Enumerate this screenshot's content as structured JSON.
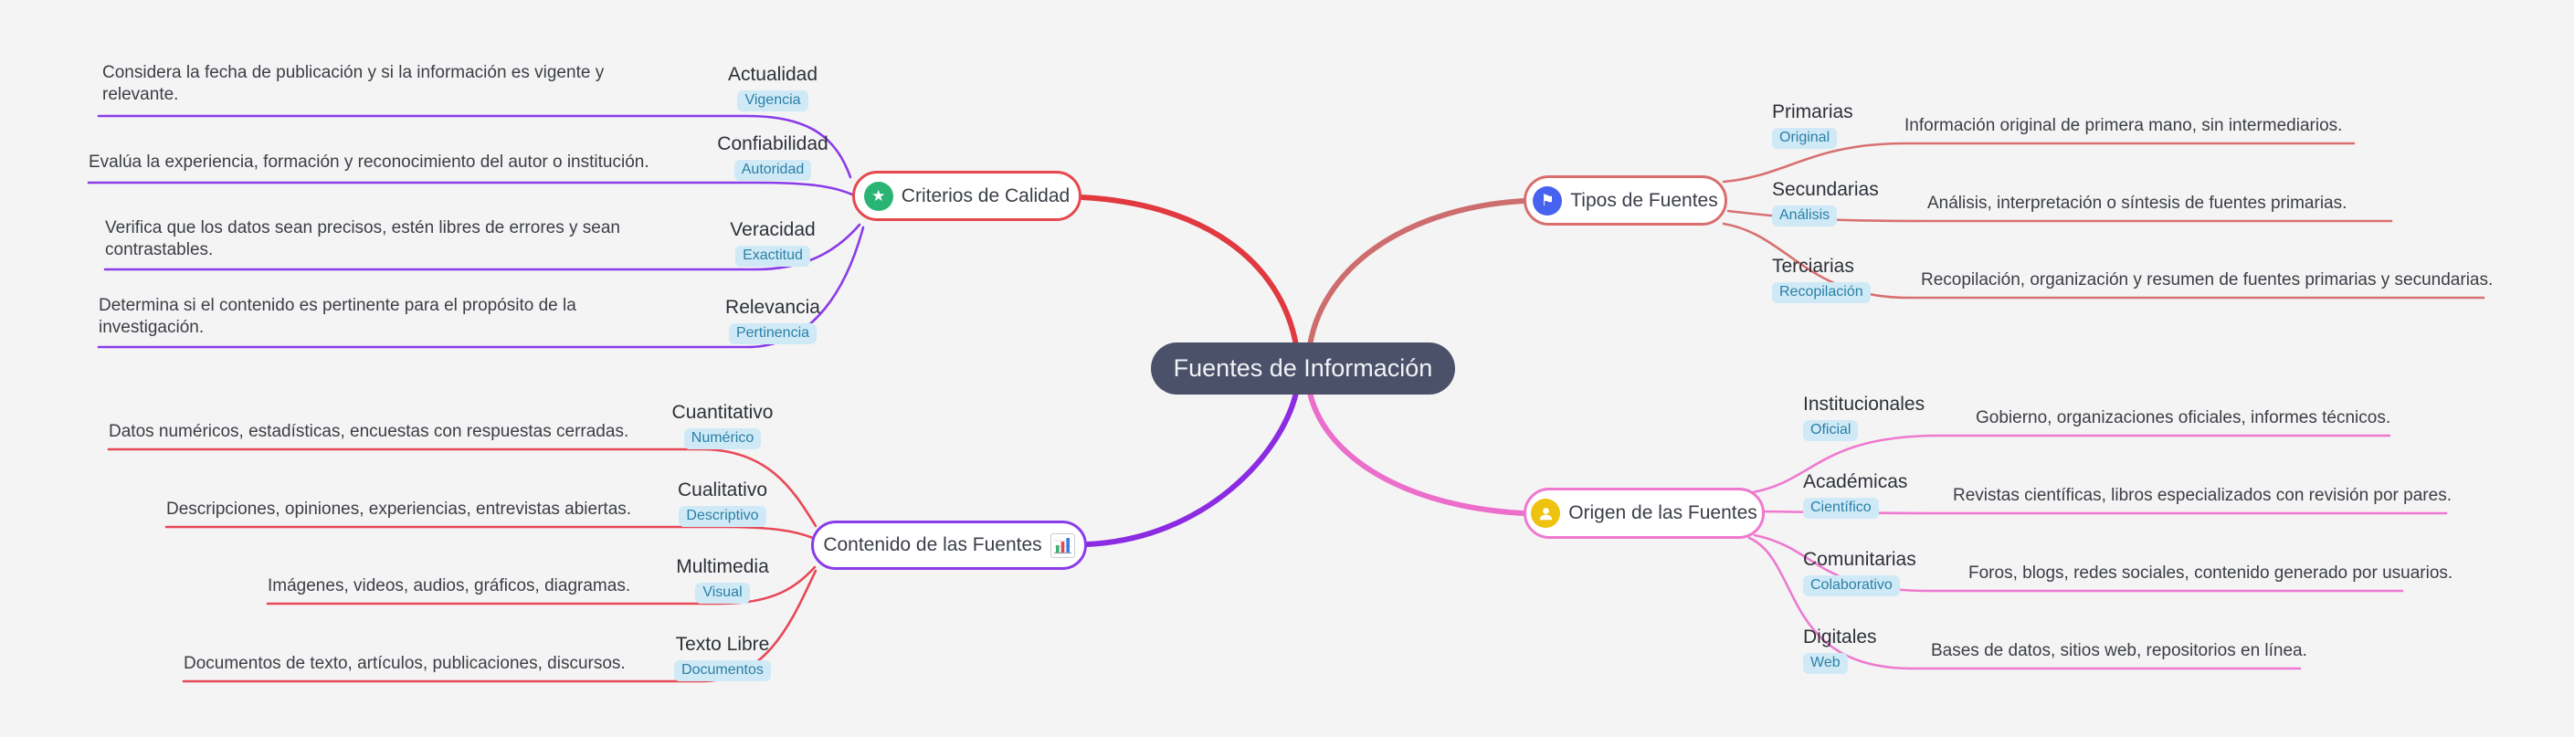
{
  "root": {
    "label": "Fuentes de Información",
    "bg_color": "#4b5168",
    "text_color": "#f1f3f7"
  },
  "colors": {
    "background": "#f4f4f5",
    "badge_bg": "#cfeaf6",
    "badge_text": "#2b7fa6",
    "branch_red": "#e0393f",
    "branch_purple": "#8b2be2",
    "branch_salmon": "#cd6d6d",
    "branch_pink": "#ec6ecb",
    "child_line_purple": "#8a3ce8",
    "child_line_red": "#e84856",
    "child_line_salmon": "#d97070",
    "child_line_pink": "#ee79cf",
    "icon_green": "#29b474",
    "icon_blue": "#4762ef",
    "icon_yellow": "#eec20f"
  },
  "branches": [
    {
      "id": "criterios",
      "label": "Criterios de Calidad",
      "icon": "star-icon",
      "border_color": "#e5484d",
      "children": [
        {
          "title": "Actualidad",
          "badge": "Vigencia",
          "description": "Considera la fecha de publicación y si la información es vigente y relevante."
        },
        {
          "title": "Confiabilidad",
          "badge": "Autoridad",
          "description": "Evalúa la experiencia, formación y reconocimiento del autor o institución."
        },
        {
          "title": "Veracidad",
          "badge": "Exactitud",
          "description": "Verifica que los datos sean precisos, estén libres de errores y sean contrastables."
        },
        {
          "title": "Relevancia",
          "badge": "Pertinencia",
          "description": "Determina si el contenido es pertinente para el propósito de la investigación."
        }
      ]
    },
    {
      "id": "contenido",
      "label": "Contenido de las Fuentes",
      "icon": "bar-chart-icon",
      "border_color": "#8a3ce8",
      "children": [
        {
          "title": "Cuantitativo",
          "badge": "Numérico",
          "description": "Datos numéricos, estadísticas, encuestas con respuestas cerradas."
        },
        {
          "title": "Cualitativo",
          "badge": "Descriptivo",
          "description": "Descripciones, opiniones, experiencias, entrevistas abiertas."
        },
        {
          "title": "Multimedia",
          "badge": "Visual",
          "description": "Imágenes, videos, audios, gráficos, diagramas."
        },
        {
          "title": "Texto Libre",
          "badge": "Documentos",
          "description": "Documentos de texto, artículos, publicaciones, discursos."
        }
      ]
    },
    {
      "id": "tipos",
      "label": "Tipos de Fuentes",
      "icon": "flag-icon",
      "border_color": "#d96d6d",
      "children": [
        {
          "title": "Primarias",
          "badge": "Original",
          "description": "Información original de primera mano, sin intermediarios."
        },
        {
          "title": "Secundarias",
          "badge": "Análisis",
          "description": "Análisis, interpretación o síntesis de fuentes primarias."
        },
        {
          "title": "Terciarias",
          "badge": "Recopilación",
          "description": "Recopilación, organización y resumen de fuentes primarias y secundarias."
        }
      ]
    },
    {
      "id": "origen",
      "label": "Origen de las Fuentes",
      "icon": "person-icon",
      "border_color": "#ee79cf",
      "children": [
        {
          "title": "Institucionales",
          "badge": "Oficial",
          "description": "Gobierno, organizaciones oficiales, informes técnicos."
        },
        {
          "title": "Académicas",
          "badge": "Científico",
          "description": "Revistas científicas, libros especializados con revisión por pares."
        },
        {
          "title": "Comunitarias",
          "badge": "Colaborativo",
          "description": "Foros, blogs, redes sociales, contenido generado por usuarios."
        },
        {
          "title": "Digitales",
          "badge": "Web",
          "description": "Bases de datos, sitios web, repositorios en línea."
        }
      ]
    }
  ]
}
